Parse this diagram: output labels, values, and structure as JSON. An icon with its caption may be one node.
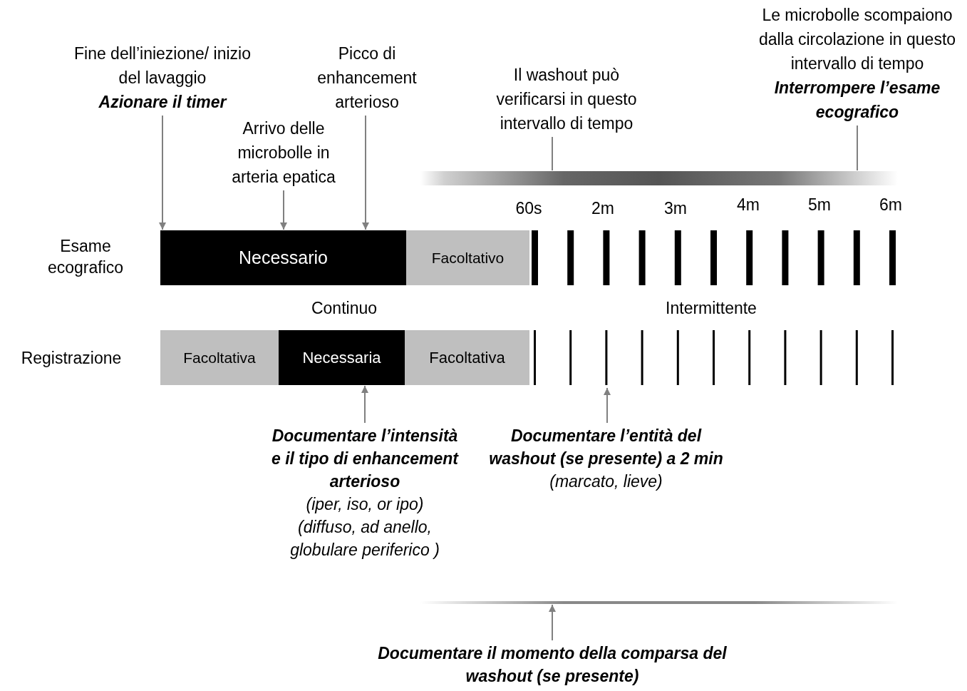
{
  "diagram": {
    "nodes": [
      {
        "text": [
          "Fine dell’iniezione/ inizio del lavaggio",
          "Azionare il timer"
        ]
      },
      {
        "text": [
          "Arrivo delle microbolle in arteria epatica"
        ]
      },
      {
        "text": [
          "Picco di enhancement arterioso"
        ]
      },
      {
        "text": [
          "Il washout può verificarsi in questo intervallo di tempo"
        ]
      },
      {
        "text": [
          "Le microbolle scompaiono dalla circolazione in questo intervallo di tempo",
          "Interrompere l’esame ecografico"
        ]
      },
      {
        "text": [],
        "shape": "bar"
      },
      {
        "text": [
          "Necessario"
        ]
      },
      {
        "text": [
          "Facoltativo"
        ]
      },
      {
        "text": [
          "Facoltativa"
        ]
      },
      {
        "text": [
          "Necessaria"
        ]
      },
      {
        "text": [
          "Facoltativa"
        ]
      },
      {
        "text": [
          "Documentare l’intensità e il tipo di enhancement arterioso",
          "(iper, iso, or ipo)",
          "(diffuso, ad anello, globulare periferico )"
        ]
      },
      {
        "text": [
          "Documentare l’entità del washout (se presente) a 2 min",
          "(marcato, lieve)"
        ]
      },
      {
        "text": [],
        "shape": "bar"
      },
      {
        "text": [
          "Documentare il momento della comparsa del washout (se presente)"
        ]
      }
    ],
    "edges": [
      {
        "from": 0,
        "to": 6,
        "arrow": "to"
      },
      {
        "from": 1,
        "to": 6,
        "arrow": "to"
      },
      {
        "from": 2,
        "to": 6,
        "arrow": "to"
      },
      {
        "from": 3,
        "to": 5,
        "arrow": "none"
      },
      {
        "from": 4,
        "to": 5,
        "arrow": "none"
      },
      {
        "from": 11,
        "to": 9,
        "arrow": "to"
      },
      {
        "from": 12,
        "to": null,
        "arrow": "to"
      },
      {
        "from": 14,
        "to": 13,
        "arrow": "to"
      }
    ],
    "labels": [
      "60s",
      "2m",
      "3m",
      "4m",
      "5m",
      "6m",
      "Esame ecografico",
      "Continuo",
      "Intermittente",
      "Registrazione"
    ]
  }
}
